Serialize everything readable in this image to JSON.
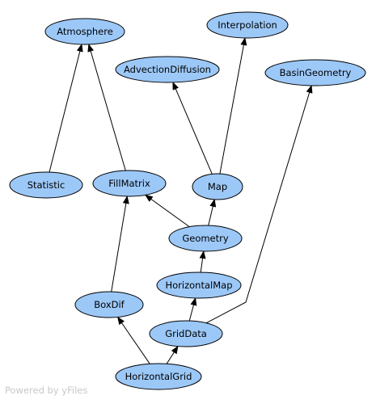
{
  "graph": {
    "nodes": [
      {
        "id": "atmosphere",
        "label": "Atmosphere"
      },
      {
        "id": "interpolation",
        "label": "Interpolation"
      },
      {
        "id": "advectiondiffusion",
        "label": "AdvectionDiffusion"
      },
      {
        "id": "basingeometry",
        "label": "BasinGeometry"
      },
      {
        "id": "statistic",
        "label": "Statistic"
      },
      {
        "id": "fillmatrix",
        "label": "FillMatrix"
      },
      {
        "id": "map",
        "label": "Map"
      },
      {
        "id": "geometry",
        "label": "Geometry"
      },
      {
        "id": "horizontalmap",
        "label": "HorizontalMap"
      },
      {
        "id": "boxdif",
        "label": "BoxDif"
      },
      {
        "id": "griddata",
        "label": "GridData"
      },
      {
        "id": "horizontalgrid",
        "label": "HorizontalGrid"
      }
    ],
    "edges": [
      {
        "from": "statistic",
        "to": "atmosphere"
      },
      {
        "from": "fillmatrix",
        "to": "atmosphere"
      },
      {
        "from": "map",
        "to": "interpolation"
      },
      {
        "from": "map",
        "to": "advectiondiffusion"
      },
      {
        "from": "geometry",
        "to": "map"
      },
      {
        "from": "geometry",
        "to": "fillmatrix"
      },
      {
        "from": "horizontalmap",
        "to": "geometry"
      },
      {
        "from": "griddata",
        "to": "horizontalmap"
      },
      {
        "from": "griddata",
        "to": "basingeometry"
      },
      {
        "from": "boxdif",
        "to": "fillmatrix"
      },
      {
        "from": "horizontalgrid",
        "to": "boxdif"
      },
      {
        "from": "horizontalgrid",
        "to": "griddata"
      }
    ]
  },
  "colors": {
    "node_fill": "#9cc8f8",
    "node_stroke": "#000000",
    "edge": "#000000",
    "watermark": "#c8c8c8"
  },
  "watermark": "Powered by yFiles"
}
